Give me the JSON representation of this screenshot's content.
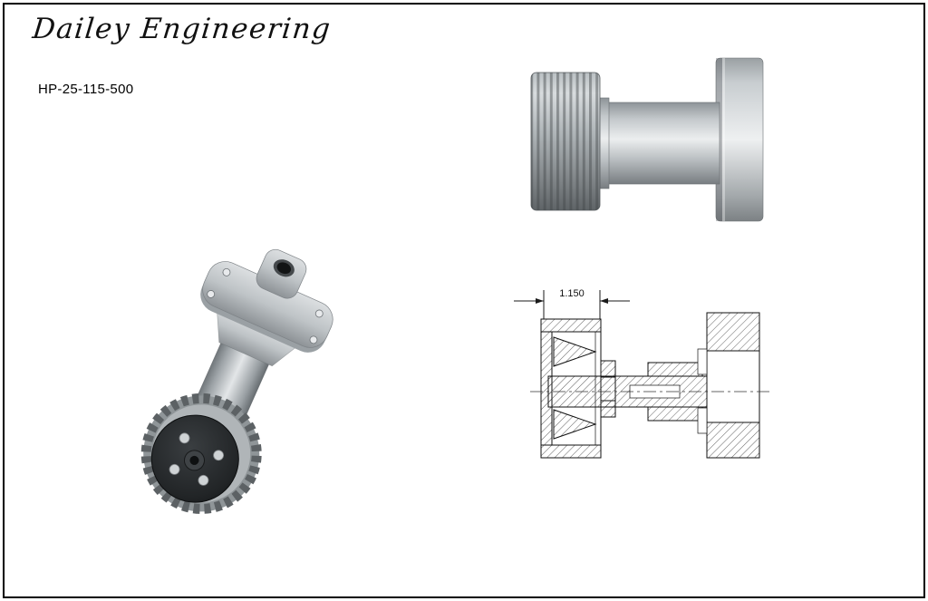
{
  "header": {
    "company": "Dailey Engineering",
    "part_number": "HP-25-115-500"
  },
  "section_view": {
    "dimension_label": "1.150"
  },
  "views": {
    "side_render": "3D side render of gear, shaft and pulley drum",
    "isometric_render": "3D isometric render of pump assembly with toothed pulley",
    "section_drawing": "Cross-section technical drawing with hatching"
  },
  "colors": {
    "line": "#111111",
    "metal_light": "#eceeef",
    "metal_mid": "#9aa0a4",
    "metal_dark": "#5f6467",
    "pulley_face_dark": "#1c1f21",
    "border": "#000000",
    "background": "#ffffff"
  }
}
